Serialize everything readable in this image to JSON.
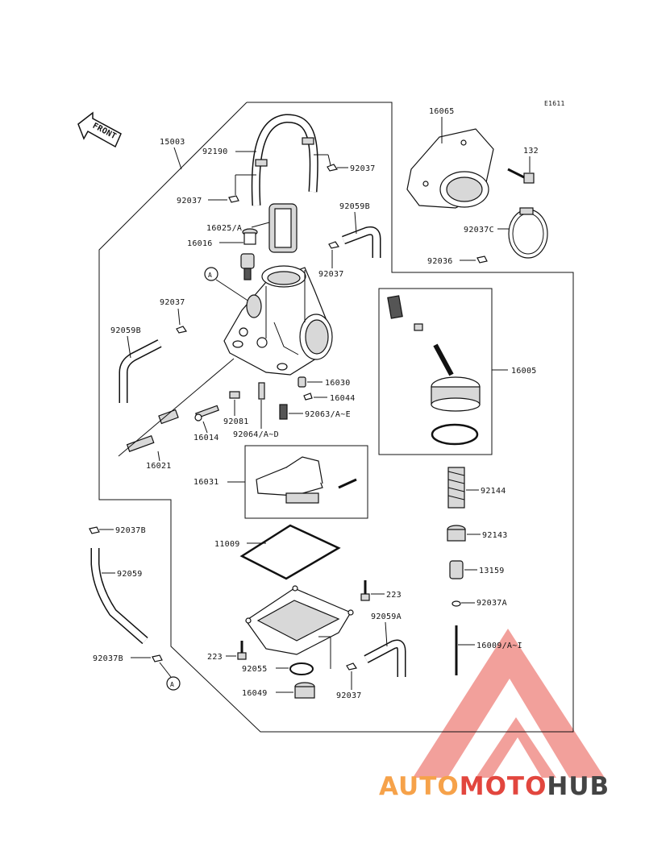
{
  "diagram": {
    "code": "E1611",
    "front_label": "FRONT",
    "assembly_number": "15003",
    "parts": {
      "p92190": "92190",
      "p92037_top": "92037",
      "p92037_left": "92037",
      "p16025": "16025/A",
      "p16016": "16016",
      "p92059B_top": "92059B",
      "p92037_mid": "92037",
      "callout_a1": "A",
      "p92037_l2": "92037",
      "p92059B_left": "92059B",
      "p16030": "16030",
      "p16044": "16044",
      "p92063": "92063/A~E",
      "p92081": "92081",
      "p92064": "92064/A~D",
      "p16014": "16014",
      "p16021": "16021",
      "p16031": "16031",
      "p16065": "16065",
      "p132": "132",
      "p92037C": "92037C",
      "p92036": "92036",
      "p16005": "16005",
      "p92144": "92144",
      "p92143": "92143",
      "p13159": "13159",
      "p92037A": "92037A",
      "p16009": "16009/A~I",
      "p92037B_top": "92037B",
      "p92059": "92059",
      "p92037B_bot": "92037B",
      "callout_a2": "A",
      "p11009": "11009",
      "p223_r": "223",
      "p223_l": "223",
      "p92059A": "92059A",
      "p92055": "92055",
      "p16049": "16049",
      "p92037_bot": "92037"
    }
  },
  "watermark": {
    "part1": "AUTO",
    "part2": "MOTO",
    "part3": "HUB",
    "colors": {
      "orange": "#f6a24a",
      "red": "#e2463e",
      "gray": "#444444"
    }
  }
}
